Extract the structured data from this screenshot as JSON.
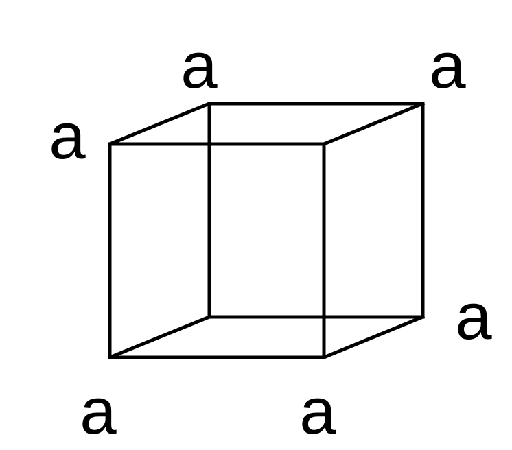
{
  "diagram": {
    "type": "wireframe-cube",
    "edge_color": "#000000",
    "background": "#ffffff",
    "vertex_labels": {
      "back_top_left": "a",
      "back_top_right": "a",
      "front_top_left": "a",
      "back_bottom_right": "a",
      "front_bottom_left": "a",
      "front_bottom_right": "a"
    }
  }
}
